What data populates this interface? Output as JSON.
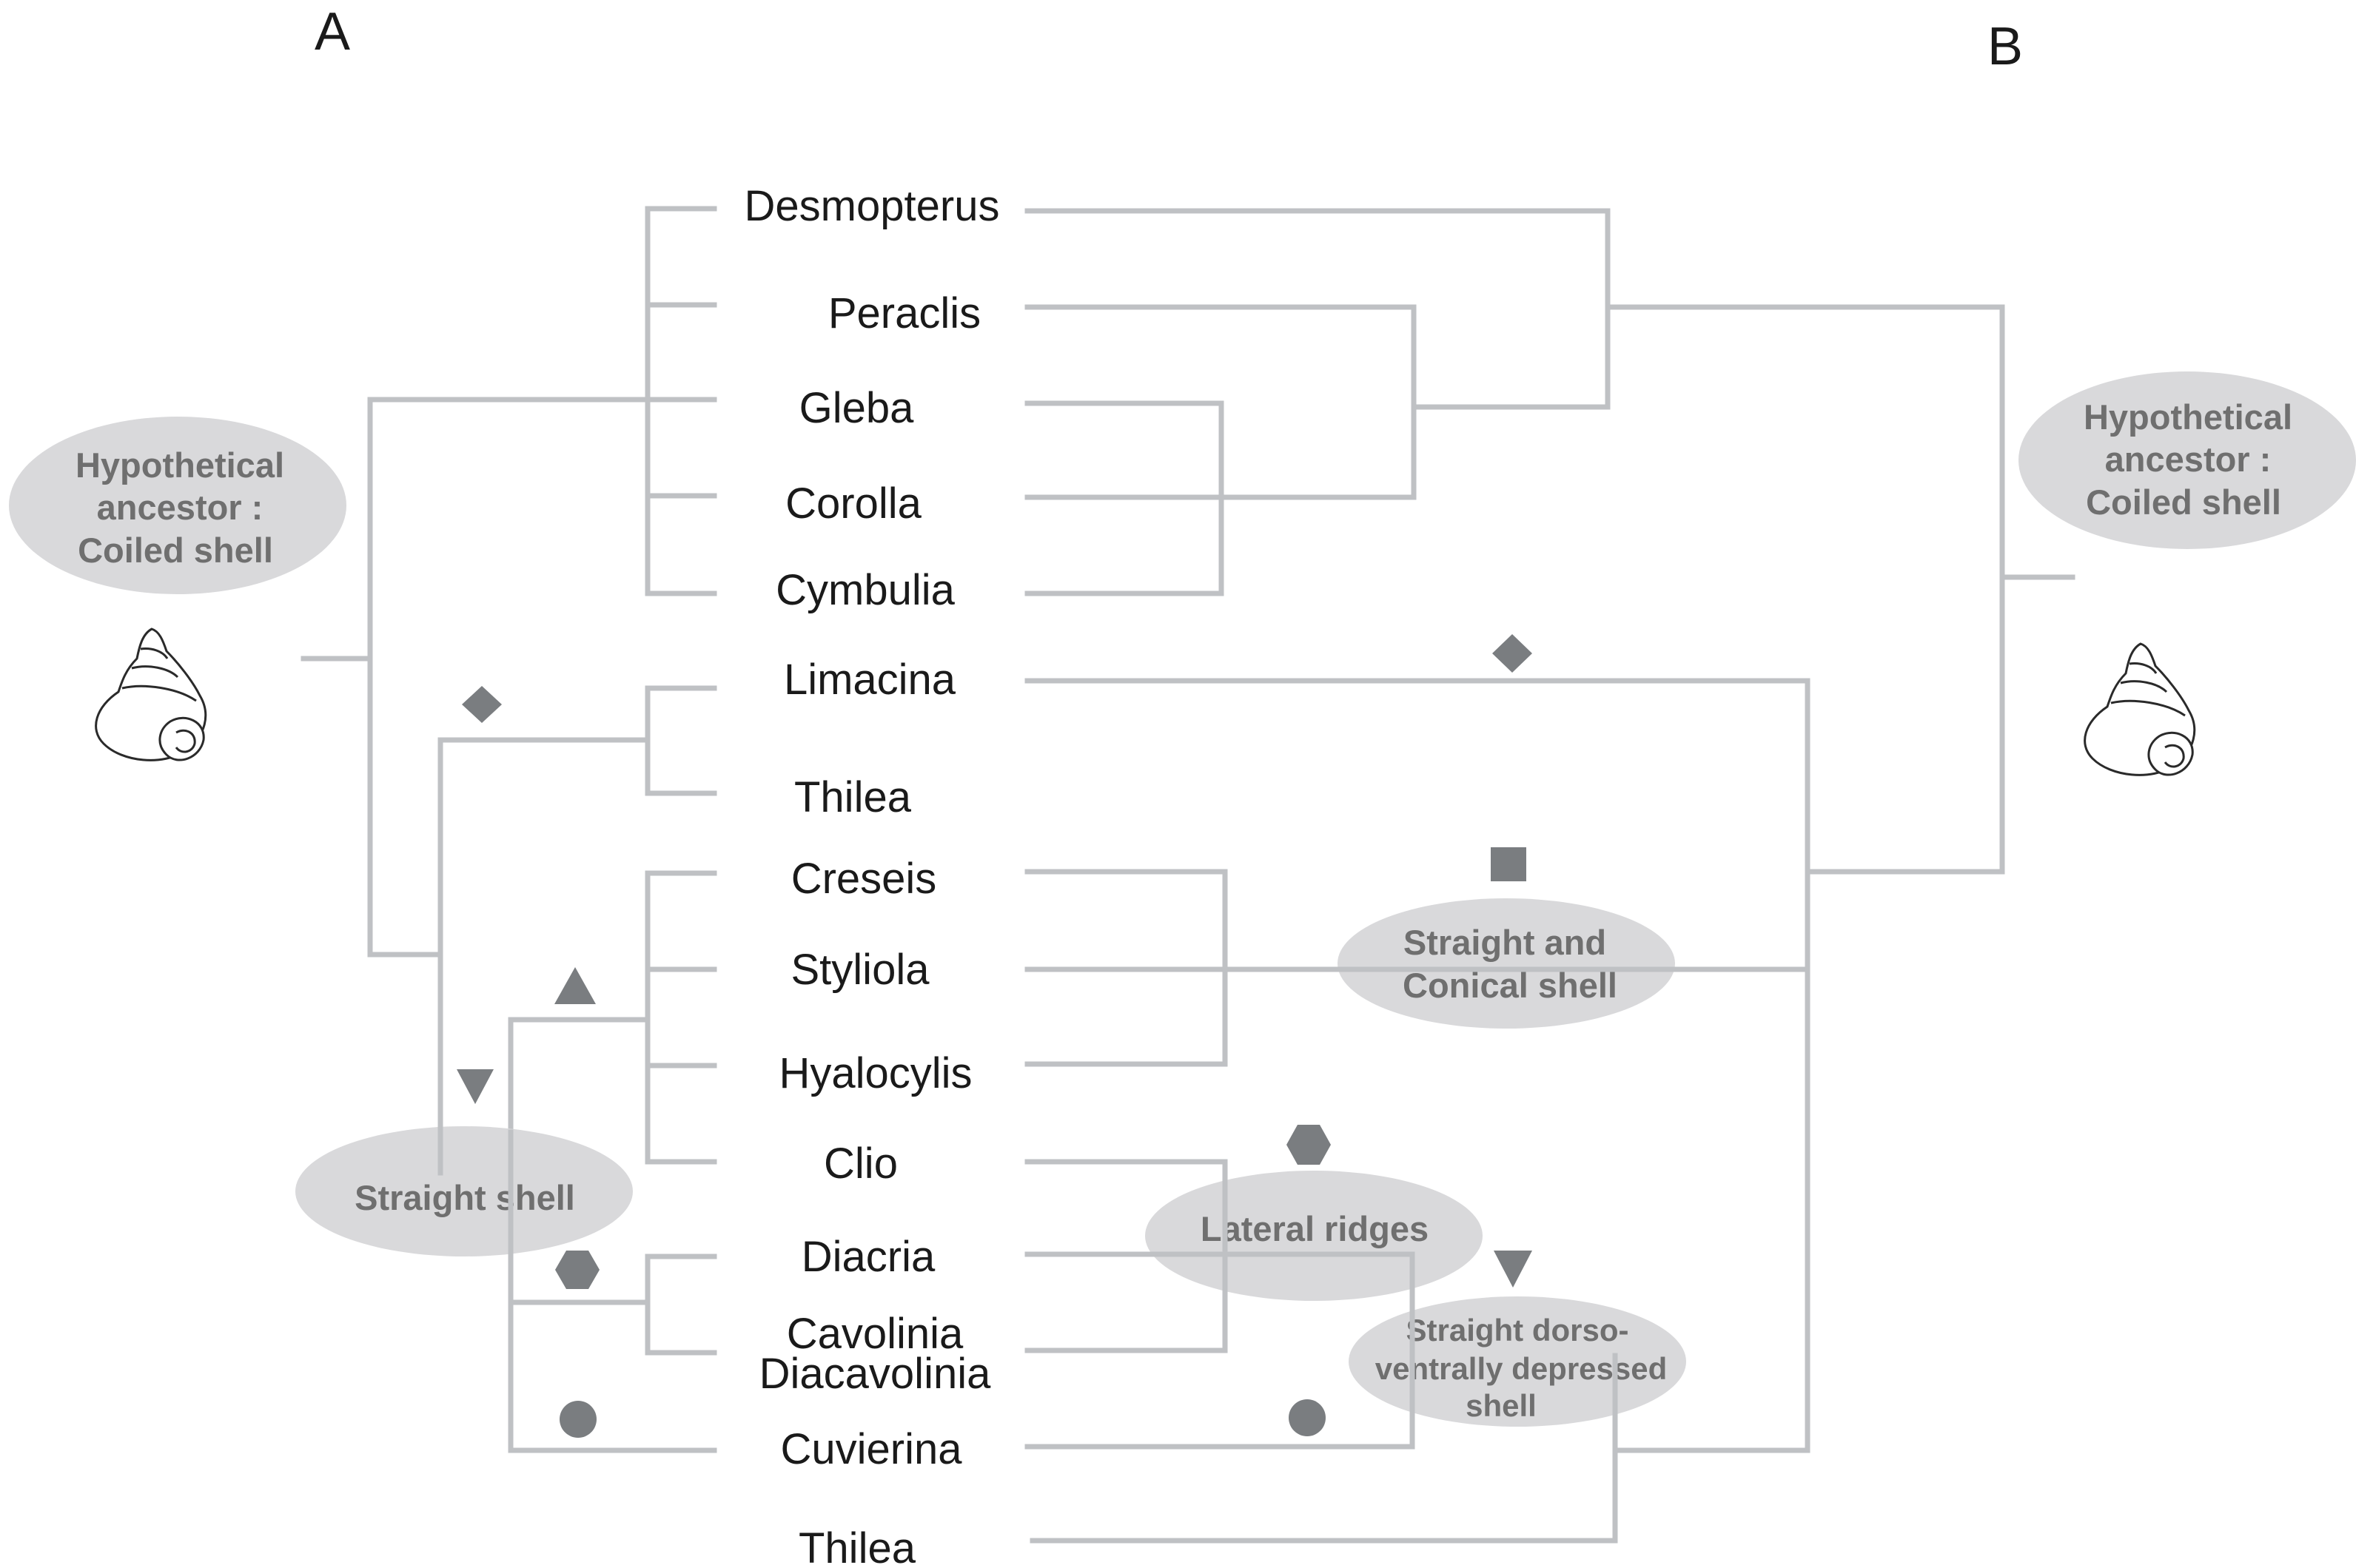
{
  "panels": {
    "left": "A",
    "right": "B"
  },
  "taxa": {
    "desmopterus": "Desmopterus",
    "peraclis": "Peraclis",
    "gleba": "Gleba",
    "corolla": "Corolla",
    "cymbulia": "Cymbulia",
    "limacina": "Limacina",
    "thilea_a": "Thilea",
    "creseis": "Creseis",
    "styliola": "Styliola",
    "hyalocylis": "Hyalocylis",
    "clio": "Clio",
    "diacria": "Diacria",
    "cavolinia": "Cavolinia",
    "diacavolinia": "Diacavolinia",
    "cuvierina": "Cuvierina",
    "thilea_b": "Thilea"
  },
  "bubbles": {
    "ancestor_left": [
      "Hypothetical",
      "ancestor :",
      "Coiled shell"
    ],
    "ancestor_right": [
      "Hypothetical",
      "ancestor :",
      "Coiled shell"
    ],
    "straight_shell": "Straight shell",
    "straight_conical": [
      "Straight and",
      "Conical shell"
    ],
    "lateral_ridges": "Lateral ridges",
    "dorso_ventral": [
      "Straight dorso-",
      "ventrally depressed",
      "shell"
    ]
  },
  "markers": {
    "diamond": "diamond-icon",
    "square": "square-icon",
    "triangle_up": "triangle-up-icon",
    "triangle_down": "triangle-down-icon",
    "hexagon": "hexagon-icon",
    "circle": "circle-icon",
    "shell": "coiled-shell-icon"
  },
  "colors": {
    "branch": "#bfc1c4",
    "bubble": "#d9d9db",
    "marker": "#7a7d80",
    "bubble_text": "#6f6f6f"
  }
}
